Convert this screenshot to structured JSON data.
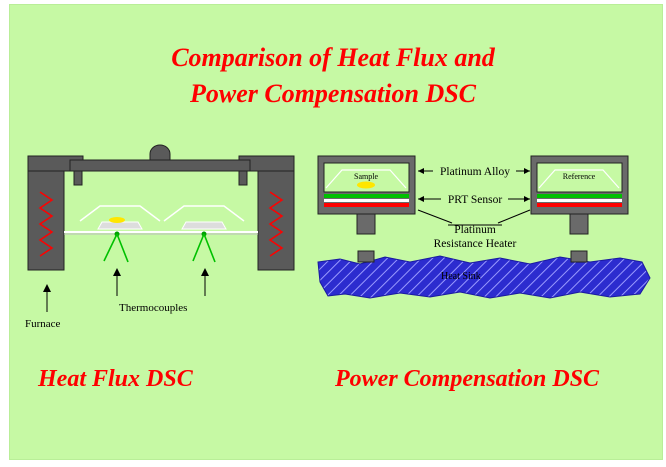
{
  "slide": {
    "title_line1": "Comparison of Heat Flux and",
    "title_line2": "Power Compensation DSC",
    "left_heading": "Heat Flux DSC",
    "right_heading": "Power Compensation DSC"
  },
  "heat_flux": {
    "furnace_label": "Furnace",
    "thermocouples_label": "Thermocouples"
  },
  "power_comp": {
    "sample_label": "Sample",
    "reference_label": "Reference",
    "platinum_alloy_label": "Platinum Alloy",
    "prt_sensor_label": "PRT Sensor",
    "platinum_label": "Platinum",
    "resistance_heater_label": "Resistance Heater",
    "heat_sink_label": "Heat Sink"
  },
  "colors": {
    "background": "#c6f9a4",
    "accent_red": "#ff0000",
    "heater_green": "#00c000",
    "heat_sink_blue": "#2c2ccf",
    "sample_yellow": "#ffe600"
  }
}
